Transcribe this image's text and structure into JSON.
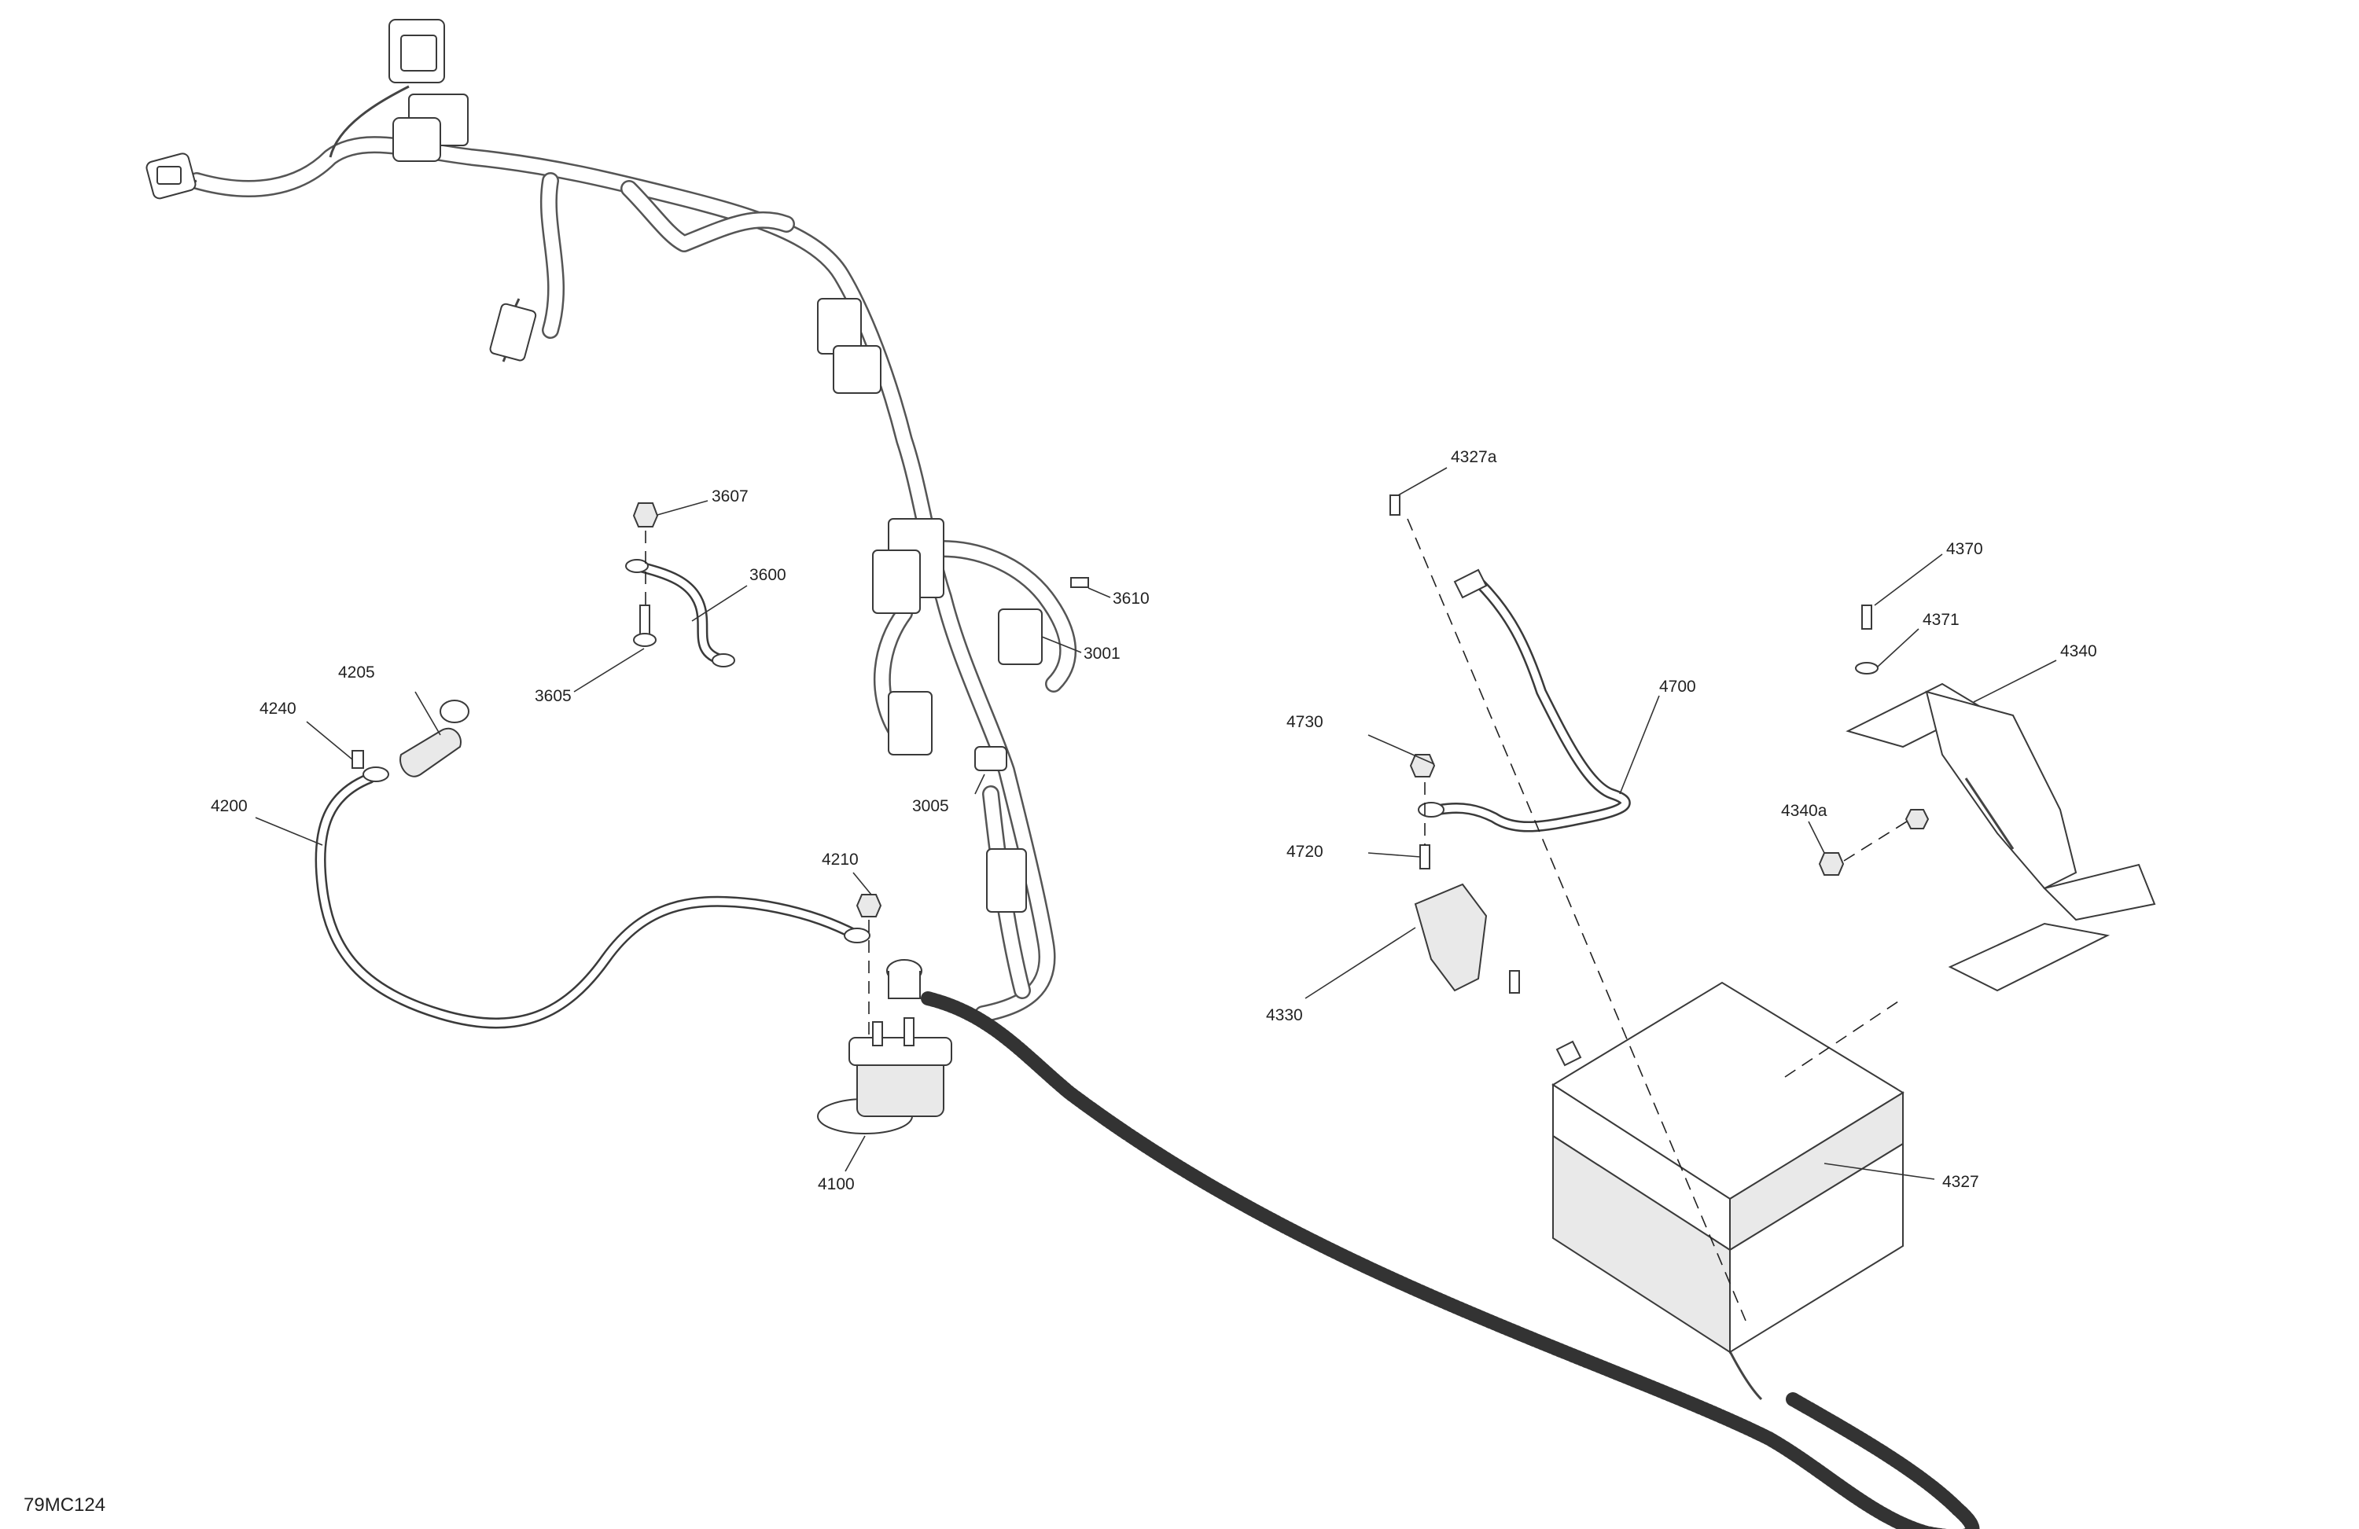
{
  "diagram_code": "79MC124",
  "labels": [
    "3607",
    "3600",
    "3610",
    "3001",
    "3605",
    "4205",
    "4240",
    "4200",
    "3005",
    "4210",
    "4100",
    "4327a",
    "4370",
    "4371",
    "4340",
    "4700",
    "4730",
    "4720",
    "4330",
    "4340a",
    "4327"
  ]
}
